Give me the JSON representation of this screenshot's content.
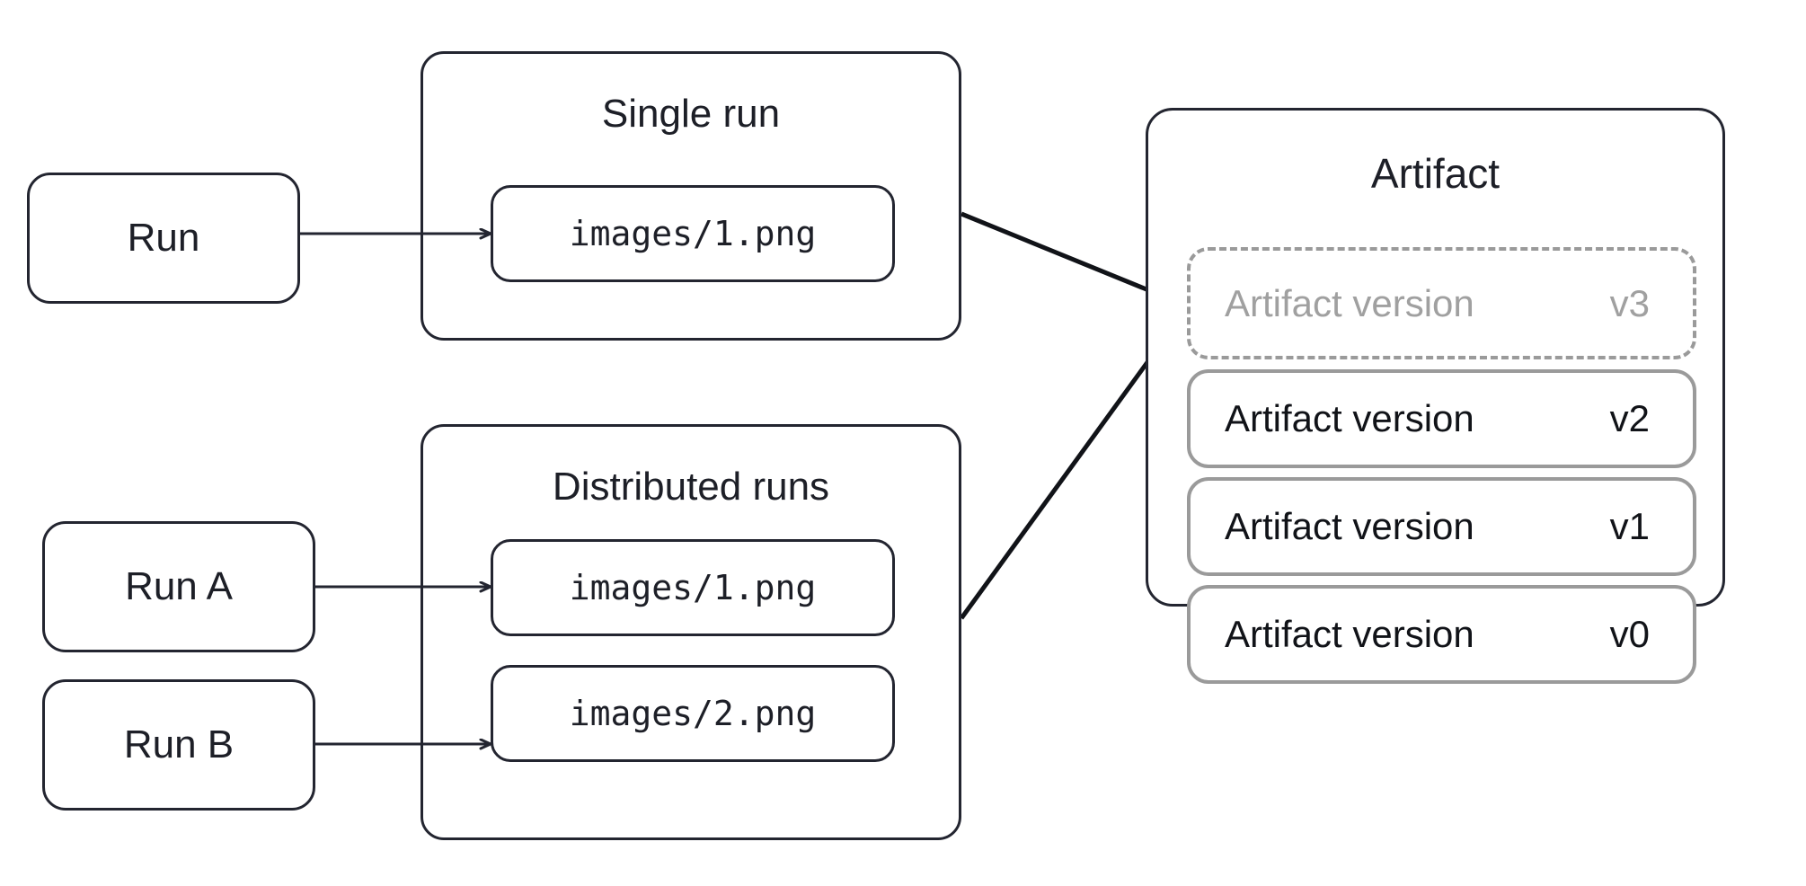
{
  "diagram": {
    "title_hidden": "",
    "colors": {
      "stroke_dark": "#232530",
      "stroke_gray": "#9a9a9a",
      "text_dark": "#1d1f27",
      "text_muted": "#a0a0a0",
      "background": "#ffffff"
    }
  },
  "runs": {
    "single": {
      "label": "Run"
    },
    "distributed": [
      {
        "label": "Run A"
      },
      {
        "label": "Run B"
      }
    ]
  },
  "groups": {
    "single_run": {
      "title": "Single run",
      "files": [
        {
          "path": "images/1.png"
        }
      ]
    },
    "distributed_runs": {
      "title": "Distributed runs",
      "files": [
        {
          "path": "images/1.png"
        },
        {
          "path": "images/2.png"
        }
      ]
    }
  },
  "artifact": {
    "title": "Artifact",
    "versions": [
      {
        "name": "Artifact version",
        "tag": "v3",
        "state": "pending"
      },
      {
        "name": "Artifact version",
        "tag": "v2",
        "state": "committed"
      },
      {
        "name": "Artifact version",
        "tag": "v1",
        "state": "committed"
      },
      {
        "name": "Artifact version",
        "tag": "v0",
        "state": "committed"
      }
    ]
  }
}
